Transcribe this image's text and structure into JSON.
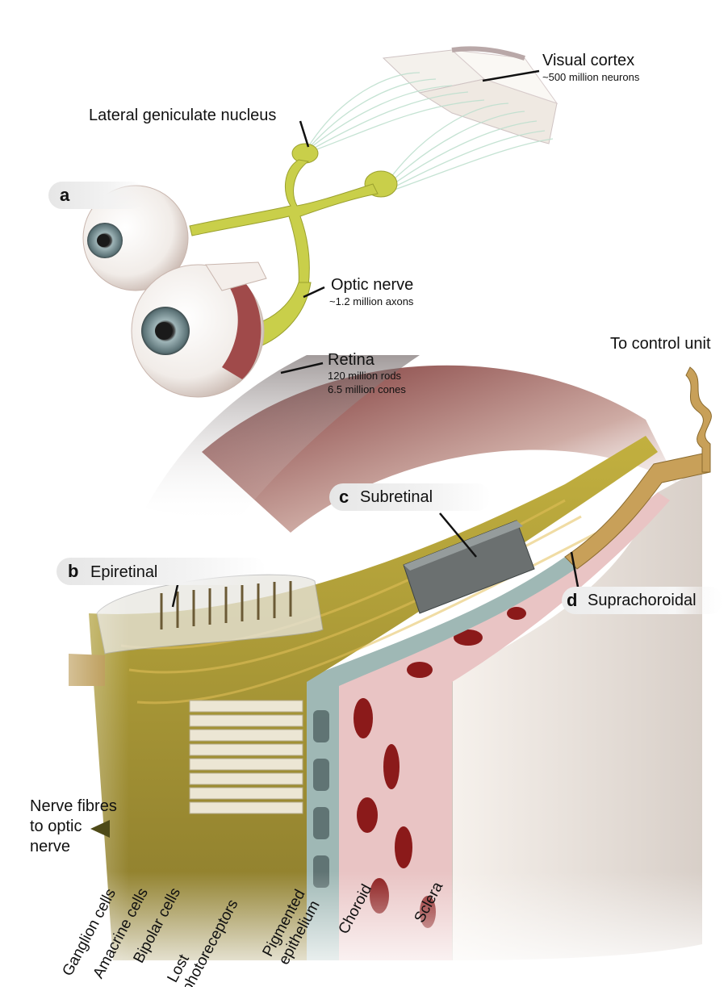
{
  "labels": {
    "visual_cortex": "Visual cortex",
    "visual_cortex_sub": "~500 million neurons",
    "lgn": "Lateral geniculate nucleus",
    "optic_nerve": "Optic nerve",
    "optic_nerve_sub": "~1.2 million axons",
    "retina": "Retina",
    "retina_sub1": "120 million rods",
    "retina_sub2": "6.5 million cones",
    "to_control_unit": "To control unit",
    "nerve_fibres_1": "Nerve fibres",
    "nerve_fibres_2": "to optic",
    "nerve_fibres_3": "nerve"
  },
  "panels": {
    "a": {
      "letter": "a"
    },
    "b": {
      "letter": "b",
      "text": "Epiretinal"
    },
    "c": {
      "letter": "c",
      "text": "Subretinal"
    },
    "d": {
      "letter": "d",
      "text": "Suprachoroidal"
    }
  },
  "layers": [
    "Ganglion cells",
    "Amacrine cells",
    "Bipolar cells",
    "Lost",
    "photoreceptors",
    "Pigmented",
    "epithelium",
    "Choroid",
    "Sclera"
  ],
  "colors": {
    "nerve": "#c9cf4a",
    "sclera": "#efe8e2",
    "choroid": "#8b1a1a",
    "retina_tissue": "#b9a53a",
    "implant": "#6b7070"
  }
}
